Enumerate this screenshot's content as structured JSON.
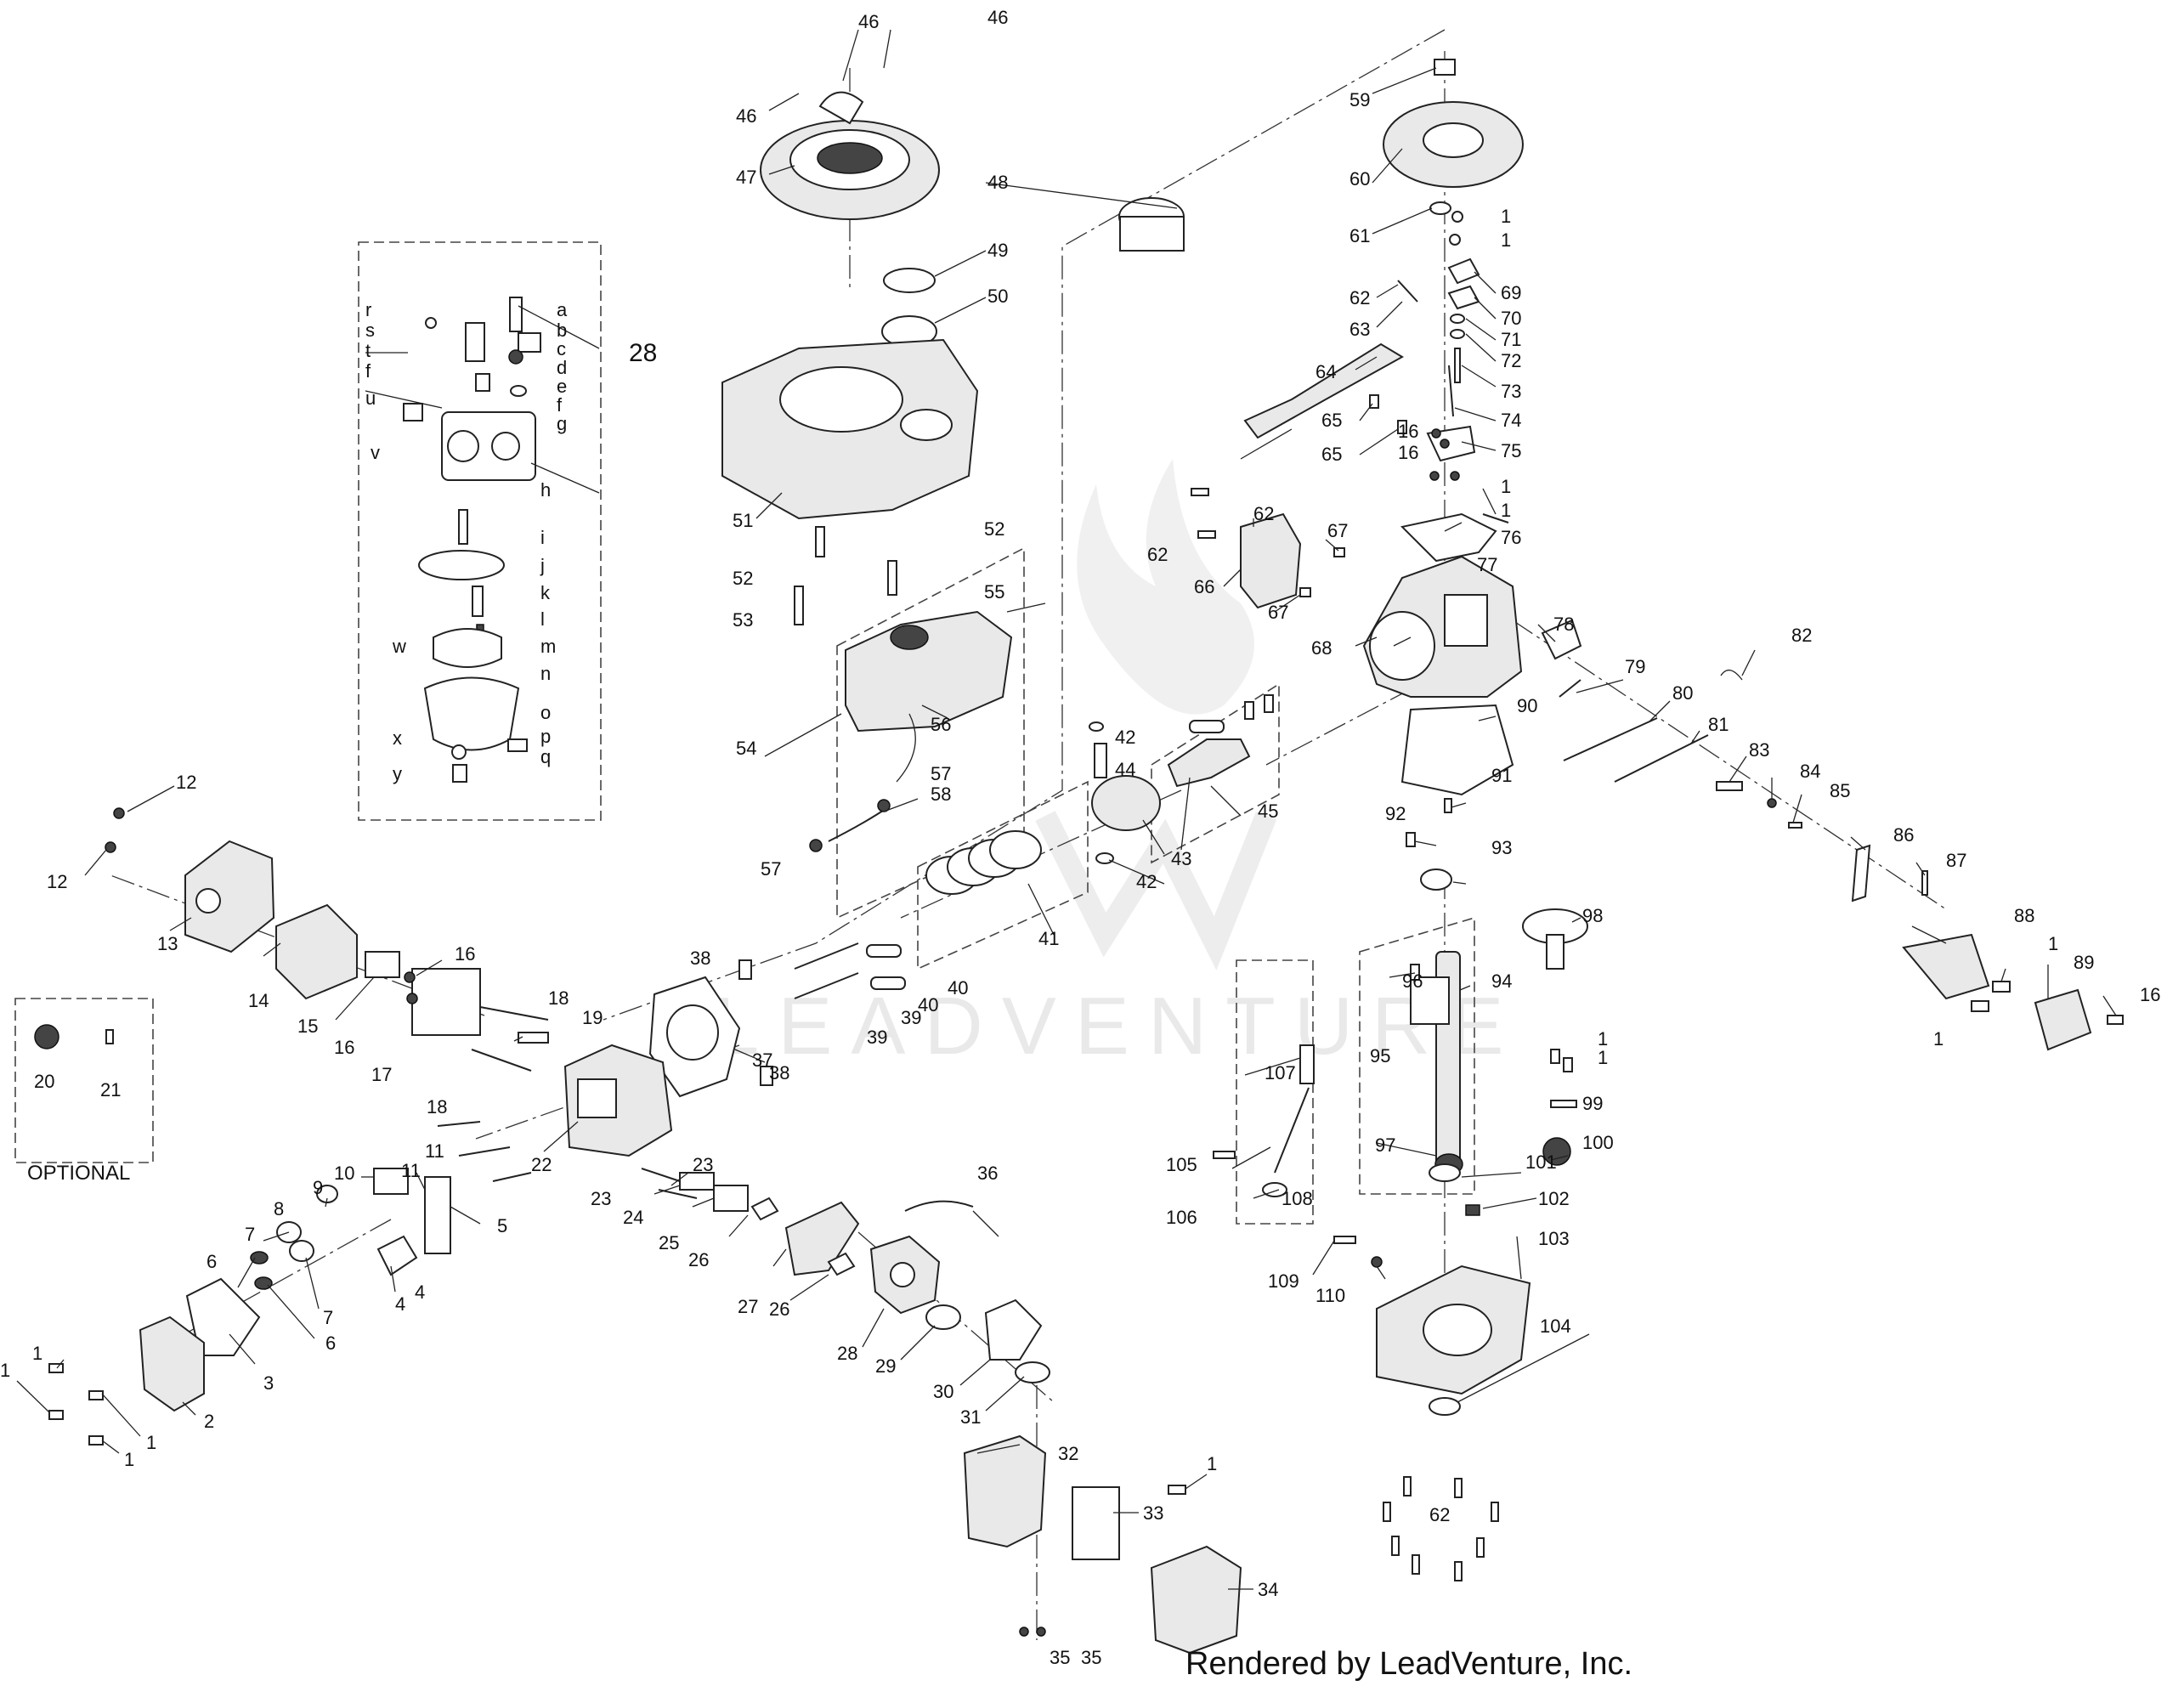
{
  "watermark": "LEADVENTURE",
  "credit": "Rendered by LeadVenture, Inc.",
  "optional_label": "OPTIONAL",
  "callouts": {
    "c46a": "46",
    "c46b": "46",
    "c46c": "46",
    "c47": "47",
    "c48": "48",
    "c49": "49",
    "c50": "50",
    "c51": "51",
    "c52a": "52",
    "c52b": "52",
    "c53": "53",
    "c54": "54",
    "c55": "55",
    "c56": "56",
    "c57a": "57",
    "c57b": "57",
    "c58": "58",
    "c28": "28",
    "ca": "a",
    "cb": "b",
    "cc": "c",
    "cd": "d",
    "ce": "e",
    "cf1": "f",
    "cf2": "f",
    "cg": "g",
    "ch": "h",
    "ci": "i",
    "cj": "j",
    "ck": "k",
    "cl": "l",
    "cm": "m",
    "cn": "n",
    "co": "o",
    "cp": "p",
    "cq": "q",
    "cr": "r",
    "cs": "s",
    "ct": "t",
    "cu": "u",
    "cv": "v",
    "cw": "w",
    "cx": "x",
    "cy": "y",
    "c12a": "12",
    "c12b": "12",
    "c13": "13",
    "c14": "14",
    "c15": "15",
    "c16a": "16",
    "c16b": "16",
    "c17": "17",
    "c18a": "18",
    "c18b": "18",
    "c19": "19",
    "c20": "20",
    "c21": "21",
    "c11a": "11",
    "c11b": "11",
    "c22": "22",
    "c23a": "23",
    "c23b": "23",
    "c24": "24",
    "c25": "25",
    "c26a": "26",
    "c26b": "26",
    "c27": "27",
    "c28b": "28",
    "c29": "29",
    "c30": "30",
    "c31": "31",
    "c32": "32",
    "c33": "33",
    "c34": "34",
    "c35a": "35",
    "c35b": "35",
    "c1s": "1",
    "c36": "36",
    "c37": "37",
    "c38a": "38",
    "c38b": "38",
    "c39a": "39",
    "c39b": "39",
    "c40a": "40",
    "c40b": "40",
    "c41": "41",
    "c42a": "42",
    "c42b": "42",
    "c43": "43",
    "c44": "44",
    "c45": "45",
    "c10": "10",
    "c9": "9",
    "c8": "8",
    "c7a": "7",
    "c7b": "7",
    "c6a": "6",
    "c6b": "6",
    "c5": "5",
    "c4a": "4",
    "c4b": "4",
    "c3": "3",
    "c2": "2",
    "c1a": "1",
    "c1b": "1",
    "c1c": "1",
    "c1d": "1",
    "c59": "59",
    "c60": "60",
    "c61": "61",
    "c62a": "62",
    "c62b": "62",
    "c62c": "62",
    "c62d": "62",
    "c63": "63",
    "c64": "64",
    "c65a": "65",
    "c65b": "65",
    "c66": "66",
    "c67a": "67",
    "c67b": "67",
    "c68": "68",
    "c69": "69",
    "c70": "70",
    "c71": "71",
    "c72": "72",
    "c73": "73",
    "c74": "74",
    "c75": "75",
    "c76": "76",
    "c77": "77",
    "c78": "78",
    "c79": "79",
    "c80": "80",
    "c81": "81",
    "c82": "82",
    "c83": "83",
    "c84": "84",
    "c85": "85",
    "c86": "86",
    "c87": "87",
    "c88": "88",
    "c89": "89",
    "c90": "90",
    "c91": "91",
    "c92": "92",
    "c93": "93",
    "c94": "94",
    "c95": "95",
    "c96": "96",
    "c97": "97",
    "c98": "98",
    "c99": "99",
    "c100": "100",
    "c101": "101",
    "c102": "102",
    "c103": "103",
    "c104": "104",
    "c105": "105",
    "c106": "106",
    "c107": "107",
    "c108": "108",
    "c109": "109",
    "c110": "110",
    "c16c": "16",
    "c16d": "16",
    "c16e": "16",
    "c1e": "1",
    "c1f": "1",
    "c1g": "1",
    "c1h": "1",
    "c1i": "1",
    "c1j": "1",
    "c1k": "1",
    "c1l": "1"
  }
}
